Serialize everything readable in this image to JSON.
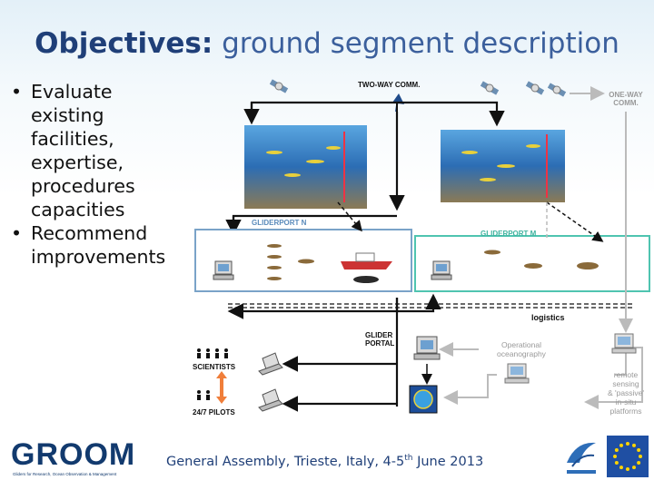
{
  "slide": {
    "title_bold": "Objectives:",
    "title_rest": " ground segment description",
    "bullets": [
      "Evaluate existing facilities, expertise, procedures capacities",
      "Recommend improvements"
    ],
    "footer": {
      "text_before": "General Assembly, Trieste, Italy, 4-5",
      "superscript": "th",
      "text_after": " June 2013"
    },
    "logo": {
      "word": "GROOM",
      "subtitle": "Gliders for Research, Ocean Observation & Management"
    }
  },
  "diagram": {
    "labels": {
      "two_way": "TWO-WAY COMM.",
      "one_way": "ONE-WAY COMM.",
      "gliderport_n": "GLIDERPORT N",
      "gliderport_m": "GLIDERPORT M",
      "logistics": "logistics",
      "glider_portal": "GLIDER PORTAL",
      "operational": "Operational oceanography",
      "scientists": "SCIENTISTS",
      "pilots": "24/7 PILOTS",
      "remote": "remote sensing & 'passive' in-situ platforms"
    },
    "colors": {
      "gliderport_n_frame": "#7aa3c8",
      "gliderport_m_frame": "#4fc4b0",
      "ocean": "#2d6fb7",
      "arrow": "#111111",
      "gray_arrow": "#bbbbbb",
      "highlight": "#f07e3a"
    }
  }
}
